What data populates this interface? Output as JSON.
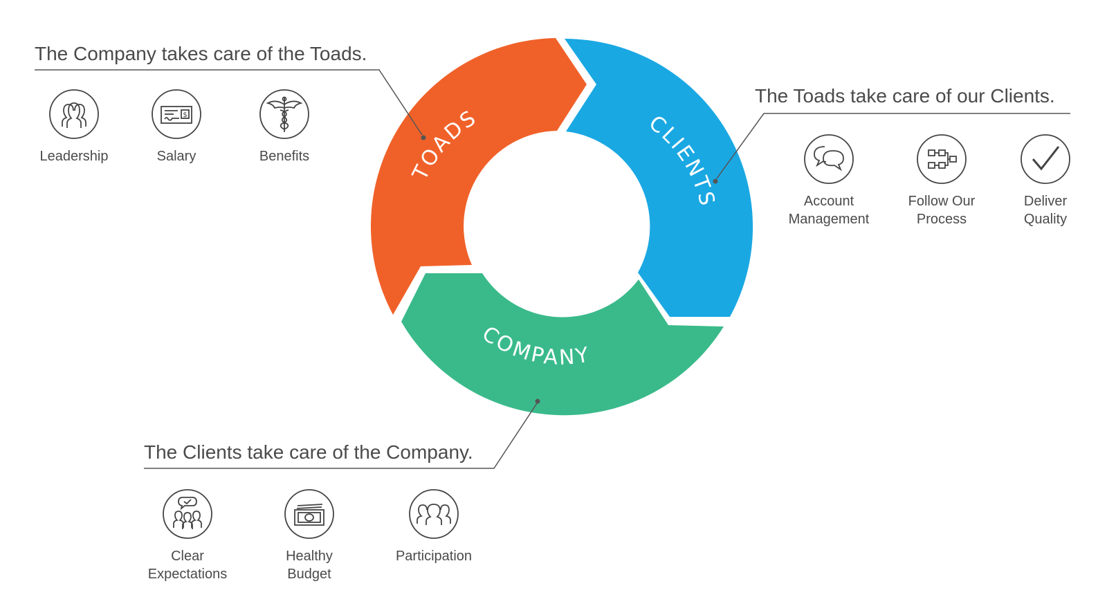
{
  "cycle": {
    "segments": [
      {
        "id": "toads",
        "label": "TOADS",
        "color": "#F06129"
      },
      {
        "id": "clients",
        "label": "CLIENTS",
        "color": "#1AA8E3"
      },
      {
        "id": "company",
        "label": "COMPANY",
        "color": "#3ABA8A"
      }
    ]
  },
  "headings": {
    "toads": "The Company takes care of the Toads.",
    "clients": "The Toads take care of our Clients.",
    "company": "The Clients take care of the Company."
  },
  "groups": {
    "toads": [
      {
        "label": "Leadership",
        "icon": "people-icon"
      },
      {
        "label": "Salary",
        "icon": "paycheck-icon"
      },
      {
        "label": "Benefits",
        "icon": "caduceus-icon"
      }
    ],
    "clients": [
      {
        "label": "Account\nManagement",
        "icon": "chat-bubbles-icon"
      },
      {
        "label": "Follow Our\nProcess",
        "icon": "flowchart-icon"
      },
      {
        "label": "Deliver\nQuality",
        "icon": "checkmark-icon"
      }
    ],
    "company": [
      {
        "label": "Clear\nExpectations",
        "icon": "team-chat-check-icon"
      },
      {
        "label": "Healthy\nBudget",
        "icon": "money-icon"
      },
      {
        "label": "Participation",
        "icon": "group-icon"
      }
    ]
  },
  "colors": {
    "text": "#4A4A4A",
    "line": "#555555"
  }
}
